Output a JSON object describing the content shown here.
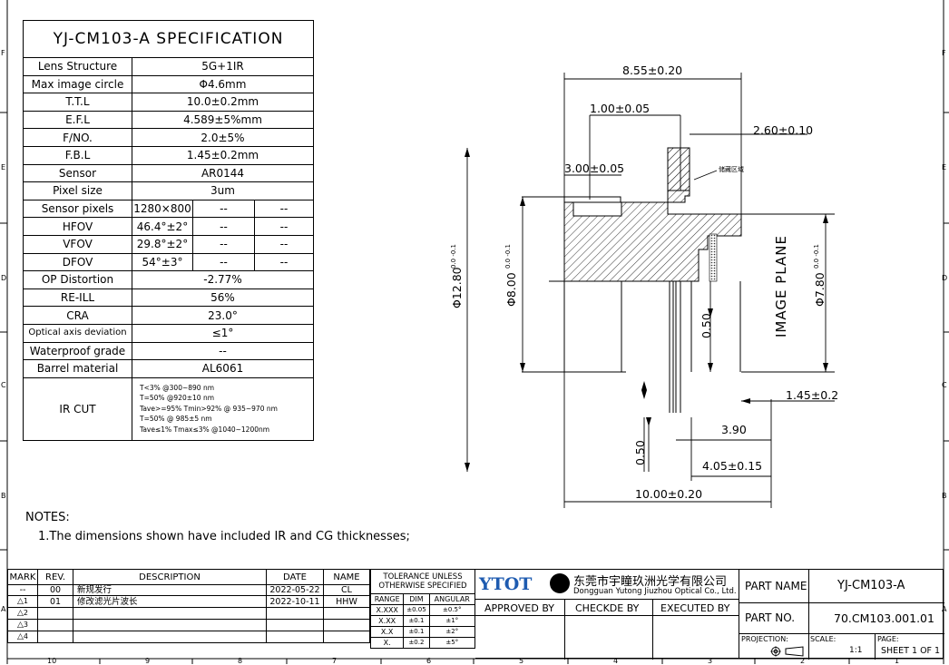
{
  "spec": {
    "title": "YJ-CM103-A SPECIFICATION",
    "rows": [
      {
        "label": "Lens Structure",
        "value": "5G+1IR"
      },
      {
        "label": "Max image circle",
        "value": "Φ4.6mm"
      },
      {
        "label": "T.T.L",
        "value": "10.0±0.2mm"
      },
      {
        "label": "E.F.L",
        "value": "4.589±5%mm"
      },
      {
        "label": "F/NO.",
        "value": "2.0±5%"
      },
      {
        "label": "F.B.L",
        "value": "1.45±0.2mm"
      },
      {
        "label": "Sensor",
        "value": "AR0144"
      },
      {
        "label": "Pixel size",
        "value": "3um"
      }
    ],
    "multi": [
      {
        "label": "Sensor pixels",
        "v1": "1280×800",
        "v2": "--",
        "v3": "--"
      },
      {
        "label": "HFOV",
        "v1": "46.4°±2°",
        "v2": "--",
        "v3": "--"
      },
      {
        "label": "VFOV",
        "v1": "29.8°±2°",
        "v2": "--",
        "v3": "--"
      },
      {
        "label": "DFOV",
        "v1": "54°±3°",
        "v2": "--",
        "v3": "--"
      }
    ],
    "rows2": [
      {
        "label": "OP Distortion",
        "value": "-2.77%"
      },
      {
        "label": "RE-ILL",
        "value": "56%"
      },
      {
        "label": "CRA",
        "value": "23.0°"
      },
      {
        "label": "Optical axis deviation",
        "value": "≤1°"
      },
      {
        "label": "Waterproof grade",
        "value": "--"
      },
      {
        "label": "Barrel material",
        "value": "AL6061"
      }
    ],
    "ircut_label": "IR CUT",
    "ircut_lines": [
      "T<3%        @300~890 nm",
      "T=50%       @920±10 nm",
      "Tave>=95%  Tmin>92%  @ 935~970 nm",
      "T=50%       @ 985±5 nm",
      "Tave≤1%     Tmax≤3%     @1040~1200nm"
    ]
  },
  "drawing": {
    "dims": {
      "overall_width": "8.55±0.20",
      "d1": "1.00±0.05",
      "d2": "2.60±0.10",
      "d3": "3.00±0.05",
      "dia1": "Φ12.80",
      "dia1_tol": "0.0\n-0.1",
      "dia2": "Φ8.00",
      "dia2_tol": "0.0\n-0.1",
      "dia3": "Φ7.80",
      "dia3_tol": "0.0\n-0.1",
      "t050a": "0.50",
      "t050b": "0.50",
      "fbl": "1.45±0.2",
      "d390": "3.90",
      "d405": "4.05±0.15",
      "total": "10.00±0.20",
      "glue_note": "储藏区域",
      "image_plane": "IMAGE PLANE"
    }
  },
  "notes": {
    "title": "NOTES:",
    "items": [
      "1.The dimensions shown have included IR and CG thicknesses;"
    ]
  },
  "revisions": {
    "headers": {
      "mark": "MARK",
      "rev": "REV.",
      "desc": "DESCRIPTION",
      "date": "DATE",
      "name": "NAME"
    },
    "rows": [
      {
        "mark": "--",
        "rev": "00",
        "desc": "新规发行",
        "date": "2022-05-22",
        "name": "CL"
      },
      {
        "mark": "1",
        "rev": "01",
        "desc": "修改滤光片波长",
        "date": "2022-10-11",
        "name": "HHW"
      },
      {
        "mark": "2",
        "rev": "",
        "desc": "",
        "date": "",
        "name": ""
      },
      {
        "mark": "3",
        "rev": "",
        "desc": "",
        "date": "",
        "name": ""
      },
      {
        "mark": "4",
        "rev": "",
        "desc": "",
        "date": "",
        "name": ""
      }
    ]
  },
  "tolerance": {
    "title1": "TOLERANCE UNLESS",
    "title2": "OTHERWISE SPECIFIED",
    "headers": [
      "RANGE",
      "DIM",
      "ANGULAR"
    ],
    "rows": [
      [
        "X.XXX",
        "±0.05",
        "±0.5°"
      ],
      [
        "X.XX",
        "±0.1",
        "±1°"
      ],
      [
        "X.X",
        "±0.1",
        "±2°"
      ],
      [
        "X.",
        "±0.2",
        "±5°"
      ]
    ]
  },
  "company": {
    "logo": "YTOT",
    "name_cn": "东莞市宇瞳玖洲光学有限公司",
    "name_en": "Dongguan Yutong Jiuzhou Optical Co., Ltd.",
    "approved": "APPROVED BY",
    "checked": "CHECKDE BY",
    "executed": "EXECUTED BY"
  },
  "titleblock": {
    "part_name_label": "PART NAME",
    "part_name": "YJ-CM103-A",
    "part_no_label": "PART NO.",
    "part_no": "70.CM103.001.01",
    "projection": "PROJECTION:",
    "scale_label": "SCALE:",
    "scale": "1:1",
    "page_label": "PAGE:",
    "page": "SHEET 1 OF 1"
  },
  "border": {
    "rows_left": [
      "F",
      "E",
      "D",
      "C",
      "B",
      "A"
    ],
    "rows_right": [
      "F",
      "E",
      "D",
      "C",
      "B",
      "A"
    ],
    "cols_bottom": [
      "10",
      "9",
      "8",
      "7",
      "6",
      "5",
      "4",
      "3",
      "2",
      "1"
    ]
  }
}
